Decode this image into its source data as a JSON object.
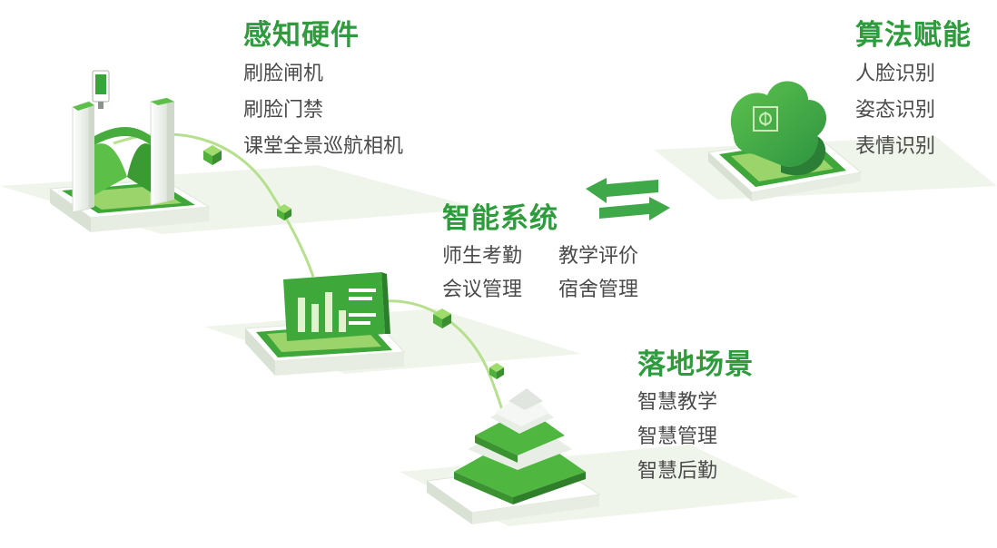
{
  "hardware": {
    "title": "感知硬件",
    "items": [
      "刷脸闸机",
      "刷脸门禁",
      "课堂全景巡航相机"
    ]
  },
  "algorithm": {
    "title": "算法赋能",
    "items": [
      "人脸识别",
      "姿态识别",
      "表情识别"
    ]
  },
  "system": {
    "title": "智能系统",
    "items": [
      "师生考勤",
      "教学评价",
      "会议管理",
      "宿舍管理"
    ]
  },
  "scenario": {
    "title": "落地场景",
    "items": [
      "智慧教学",
      "智慧管理",
      "智慧后勤"
    ]
  },
  "colors": {
    "brand_green": "#2e9b3c",
    "light_green": "#8fcf5c",
    "text_gray": "#4a4a4a"
  },
  "icons": [
    "gate-machine-icon",
    "cloud-chip-icon",
    "dashboard-screen-icon",
    "pyramid-icon",
    "exchange-arrows-icon"
  ]
}
